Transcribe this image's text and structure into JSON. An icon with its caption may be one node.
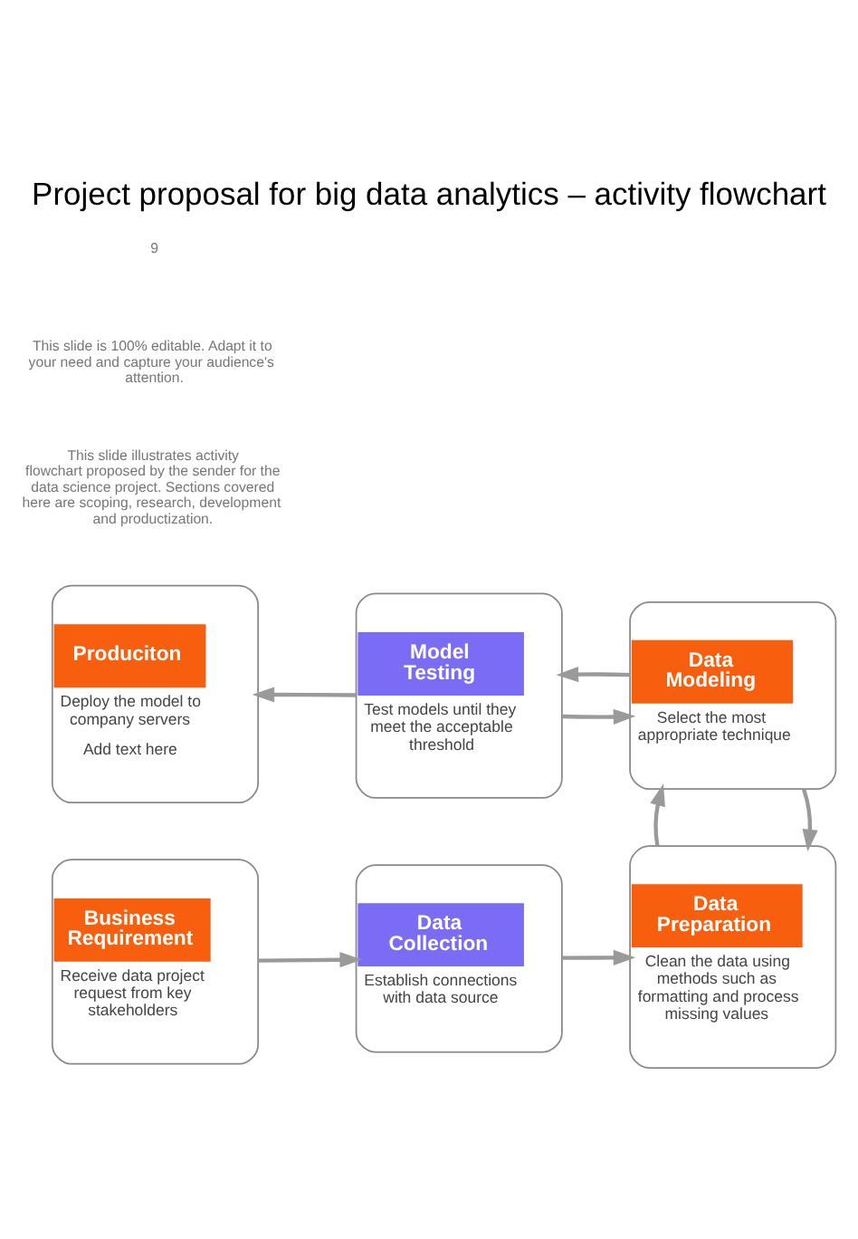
{
  "diagram": {
    "title": "Project proposal for big data analytics – activity flowchart",
    "nodes": [
      {
        "text": [
          "Business Requirement",
          "Receive data project request from key stakeholders"
        ]
      },
      {
        "text": [
          "Data Collection",
          "Establish connections with data source"
        ]
      },
      {
        "text": [
          "Data Preparation",
          "Clean the data using methods such as formatting and process missing values"
        ]
      },
      {
        "text": [
          "Produciton",
          "Deploy the model to company servers",
          "Add text here"
        ]
      },
      {
        "text": [
          "Model Testing",
          "Test models until they meet the acceptable threshold"
        ]
      },
      {
        "text": [
          "Data Modeling",
          "Select the most appropriate technique"
        ]
      }
    ],
    "edges": [
      {
        "from": 0,
        "to": 1,
        "arrow": "to"
      },
      {
        "from": 1,
        "to": 2,
        "arrow": "to"
      },
      {
        "from": 5,
        "to": 2,
        "arrow": "to"
      },
      {
        "from": 2,
        "to": 5,
        "arrow": "to"
      },
      {
        "from": 4,
        "to": 3,
        "arrow": "to"
      },
      {
        "from": 5,
        "to": 4,
        "arrow": "to"
      },
      {
        "from": 4,
        "to": 5,
        "arrow": "to"
      }
    ],
    "labels": [
      "This slide illustrates activity flowchart proposed by the sender for the data science project. Sections covered here are scoping, research, development and productization.",
      "This slide is 100% editable. Adapt it to your need and capture your audience's attention.",
      "9"
    ]
  }
}
